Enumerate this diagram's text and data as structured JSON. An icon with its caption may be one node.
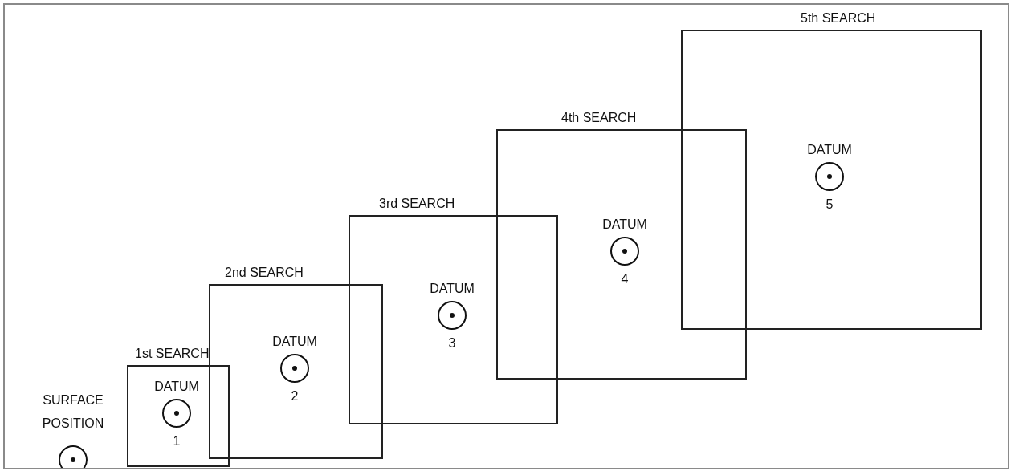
{
  "diagram": {
    "nodes": [
      {
        "text": [
          "SURFACE POSITION"
        ]
      },
      {
        "text": [
          "1st SEARCH"
        ]
      },
      {
        "text": [
          "DATUM",
          "1"
        ],
        "in": 1
      },
      {
        "text": [
          "2nd SEARCH"
        ]
      },
      {
        "text": [
          "DATUM",
          "2"
        ],
        "in": 3
      },
      {
        "text": [
          "3rd SEARCH"
        ]
      },
      {
        "text": [
          "DATUM",
          "3"
        ],
        "in": 5
      },
      {
        "text": [
          "4th SEARCH"
        ]
      },
      {
        "text": [
          "DATUM",
          "4"
        ],
        "in": 7
      },
      {
        "text": [
          "5th SEARCH"
        ]
      },
      {
        "text": [
          "DATUM",
          "5"
        ],
        "in": 9
      }
    ]
  }
}
